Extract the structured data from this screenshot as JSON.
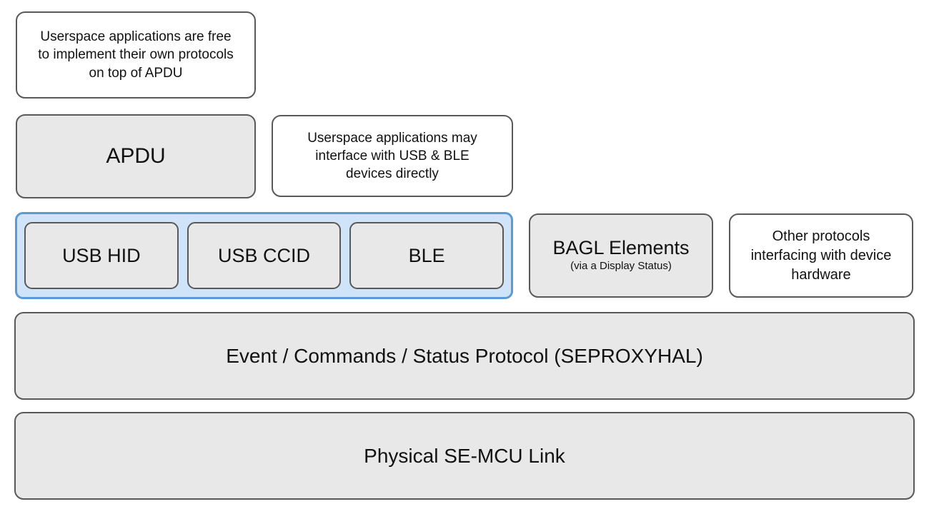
{
  "colors": {
    "box_fill": "#e8e8e8",
    "box_border": "#595959",
    "note_fill": "#ffffff",
    "highlight_fill": "#cfe4f8",
    "highlight_border": "#5b9ad2",
    "text_color": "#111111"
  },
  "boxes": {
    "top_note": {
      "text": "Userspace applications are free to implement their own protocols on top of APDU"
    },
    "apdu": {
      "label": "APDU"
    },
    "direct_note": {
      "text": "Userspace applications may interface with USB & BLE devices directly"
    },
    "transports": {
      "items": [
        "USB HID",
        "USB CCID",
        "BLE"
      ]
    },
    "bagl": {
      "title": "BAGL Elements",
      "subtitle": "(via a Display Status)"
    },
    "other": {
      "text": "Other protocols interfacing with device hardware"
    },
    "seproxyhal": {
      "label": "Event / Commands / Status Protocol (SEPROXYHAL)"
    },
    "physical": {
      "label": "Physical SE-MCU Link"
    }
  }
}
